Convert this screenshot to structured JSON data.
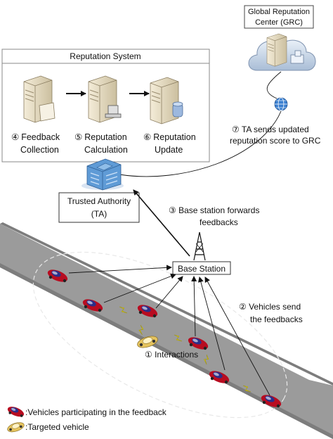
{
  "grc": {
    "title_line1": "Global Reputation",
    "title_line2": "Center (GRC)"
  },
  "reputation_system": {
    "title": "Reputation System",
    "steps": [
      {
        "number": "④",
        "line1": "Feedback",
        "line2": "Collection"
      },
      {
        "number": "⑤",
        "line1": "Reputation",
        "line2": "Calculation"
      },
      {
        "number": "⑥",
        "line1": "Reputation",
        "line2": "Update"
      }
    ]
  },
  "ta": {
    "line1": "Trusted Authority",
    "line2": "(TA)"
  },
  "base_station": {
    "label": "Base Station"
  },
  "annotations": {
    "step7_line1": "⑦ TA sends updated",
    "step7_line2": "reputation score to GRC",
    "step3_line1": "③ Base station forwards",
    "step3_line2": "feedbacks",
    "step2_line1": "② Vehicles send",
    "step2_line2": "the feedbacks",
    "step1": "① Interactions"
  },
  "legend": {
    "participating": ":Vehicles participating in the feedback",
    "targeted": ":Targeted vehicle"
  },
  "colors": {
    "road": "#9b9b9b",
    "participating_car": "#d8102a",
    "targeted_car": "#f0d070",
    "lightning": "#f2e200",
    "server": "#e9dcc0",
    "cloud": "#c8d6e8",
    "globe": "#3a7fd0"
  }
}
